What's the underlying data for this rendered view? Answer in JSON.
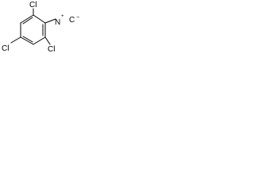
{
  "structure": {
    "atoms": {
      "cl_top": "Cl",
      "cl_left": "Cl",
      "cl_right": "Cl",
      "nitrogen": "N",
      "carbon": "C",
      "n_charge": "+",
      "c_charge": "−"
    }
  },
  "colors": {
    "bond": "#000000",
    "background": "#ffffff"
  }
}
